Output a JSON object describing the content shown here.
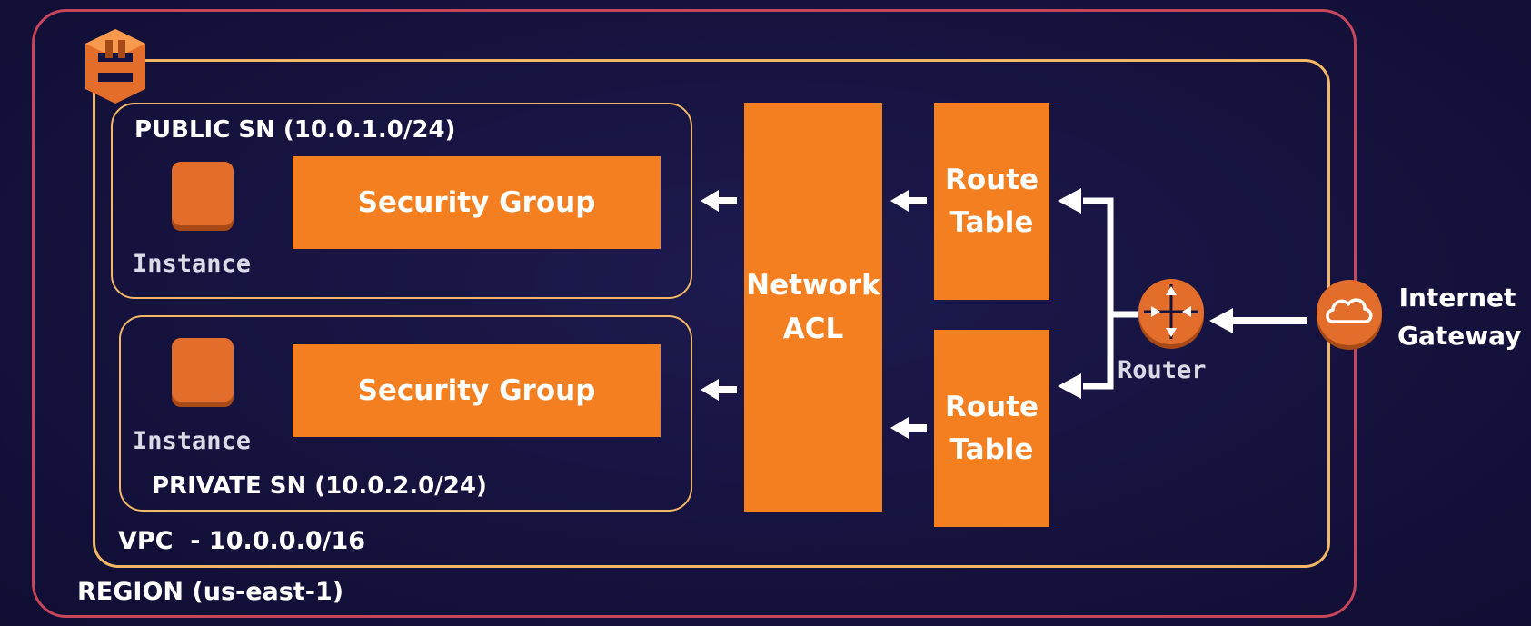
{
  "region": {
    "label": "REGION (us-east-1)"
  },
  "vpc": {
    "label": "VPC  - 10.0.0.0/16"
  },
  "public_subnet": {
    "label": "PUBLIC SN (10.0.1.0/24)",
    "instance_label": "Instance",
    "security_group_label": "Security Group"
  },
  "private_subnet": {
    "label": "PRIVATE SN (10.0.2.0/24)",
    "instance_label": "Instance",
    "security_group_label": "Security Group"
  },
  "network_acl": {
    "label_line1": "Network",
    "label_line2": "ACL"
  },
  "route_table_top": {
    "label_line1": "Route",
    "label_line2": "Table"
  },
  "route_table_bottom": {
    "label_line1": "Route",
    "label_line2": "Table"
  },
  "router": {
    "label": "Router",
    "icon": "router-icon"
  },
  "internet_gateway": {
    "label_line1": "Internet",
    "label_line2": "Gateway",
    "icon": "cloud-icon"
  },
  "colors": {
    "background": "#15123d",
    "region_border": "#c8465b",
    "vpc_border": "#f3b865",
    "orange": "#f47f20",
    "icon_orange": "#e36d2b"
  }
}
